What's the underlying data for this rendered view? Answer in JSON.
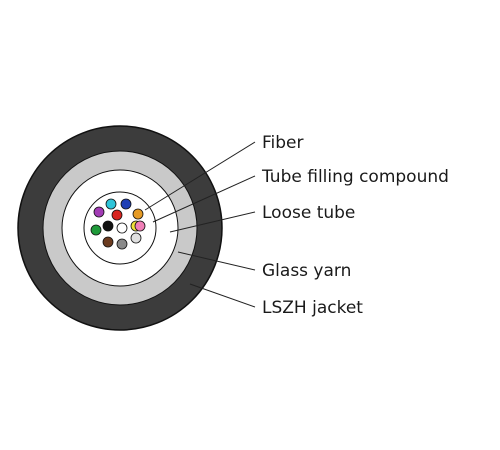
{
  "diagram": {
    "colors": {
      "jacket": "#3c3c3c",
      "glass_yarn": "#c9c9c9",
      "loose_tube": "#ffffff",
      "fill_compound": "#ffffff",
      "outline": "#111111"
    },
    "fibers": [
      {
        "color": "#2ec4d9"
      },
      {
        "color": "#a23cb5"
      },
      {
        "color": "#1f3fb5"
      },
      {
        "color": "#e0e0e0"
      },
      {
        "color": "#d8241f"
      },
      {
        "color": "#e59a24"
      },
      {
        "color": "#111111"
      },
      {
        "color": "#ffffff"
      },
      {
        "color": "#f0e23a"
      },
      {
        "color": "#1f9a3a"
      },
      {
        "color": "#6b3b1f"
      },
      {
        "color": "#8a8a8a"
      },
      {
        "color": "#f07fb7"
      }
    ],
    "labels": {
      "fiber": "Fiber",
      "tube_filling_compound": "Tube filling compound",
      "loose_tube": "Loose tube",
      "glass_yarn": "Glass yarn",
      "lszh_jacket": "LSZH jacket"
    }
  }
}
